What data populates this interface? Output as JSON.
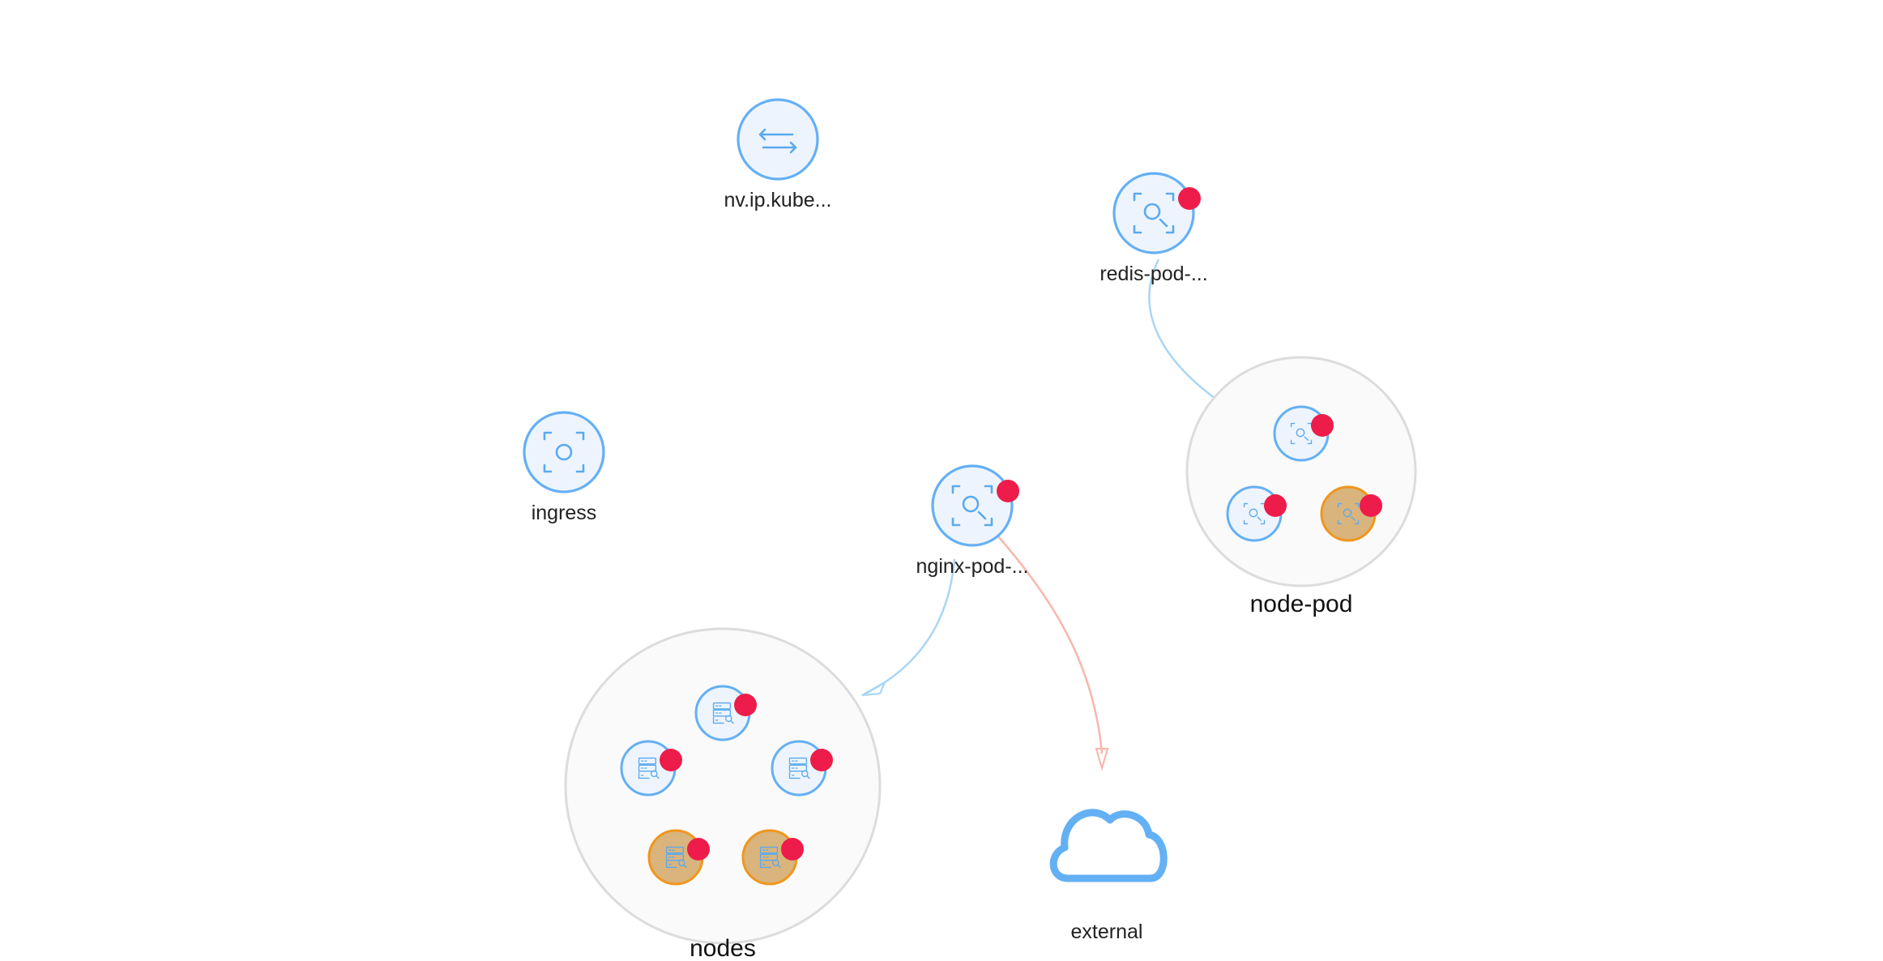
{
  "colors": {
    "node_fill": "#eef4fd",
    "node_stroke": "#64b0f4",
    "alert_fill": "#ee1c4a",
    "warn_fill": "#d9b47c",
    "warn_stroke": "#f0961e",
    "group_fill": "#fafafa",
    "group_stroke": "#dcdcdc",
    "edge_blue": "#a9d6f6",
    "edge_red": "#f7b7ad"
  },
  "nodes": [
    {
      "id": "svc",
      "label": "nv.ip.kube...",
      "icon": "service-icon"
    },
    {
      "id": "redis",
      "label": "redis-pod-...",
      "icon": "pod-search-icon",
      "alert": true
    },
    {
      "id": "ingress",
      "label": "ingress",
      "icon": "namespace-icon"
    },
    {
      "id": "nginx",
      "label": "nginx-pod-...",
      "icon": "pod-search-icon",
      "alert": true
    },
    {
      "id": "external",
      "label": "external",
      "icon": "cloud-icon"
    }
  ],
  "groups": [
    {
      "id": "node-pod",
      "label": "node-pod",
      "members": [
        {
          "icon": "pod-search-icon",
          "alert": true,
          "warn": false
        },
        {
          "icon": "pod-search-icon",
          "alert": true,
          "warn": false
        },
        {
          "icon": "pod-search-icon",
          "alert": true,
          "warn": true
        }
      ]
    },
    {
      "id": "nodes",
      "label": "nodes",
      "members": [
        {
          "icon": "host-icon",
          "alert": true,
          "warn": false
        },
        {
          "icon": "host-icon",
          "alert": true,
          "warn": false
        },
        {
          "icon": "host-icon",
          "alert": true,
          "warn": false
        },
        {
          "icon": "host-icon",
          "alert": true,
          "warn": true
        },
        {
          "icon": "host-icon",
          "alert": true,
          "warn": true
        }
      ]
    }
  ],
  "edges": [
    {
      "from": "redis",
      "to": "node-pod",
      "color": "edge_blue",
      "arrow": false
    },
    {
      "from": "nginx",
      "to": "nodes",
      "color": "edge_blue",
      "arrow": true
    },
    {
      "from": "nginx",
      "to": "external",
      "color": "edge_red",
      "arrow": true
    }
  ]
}
